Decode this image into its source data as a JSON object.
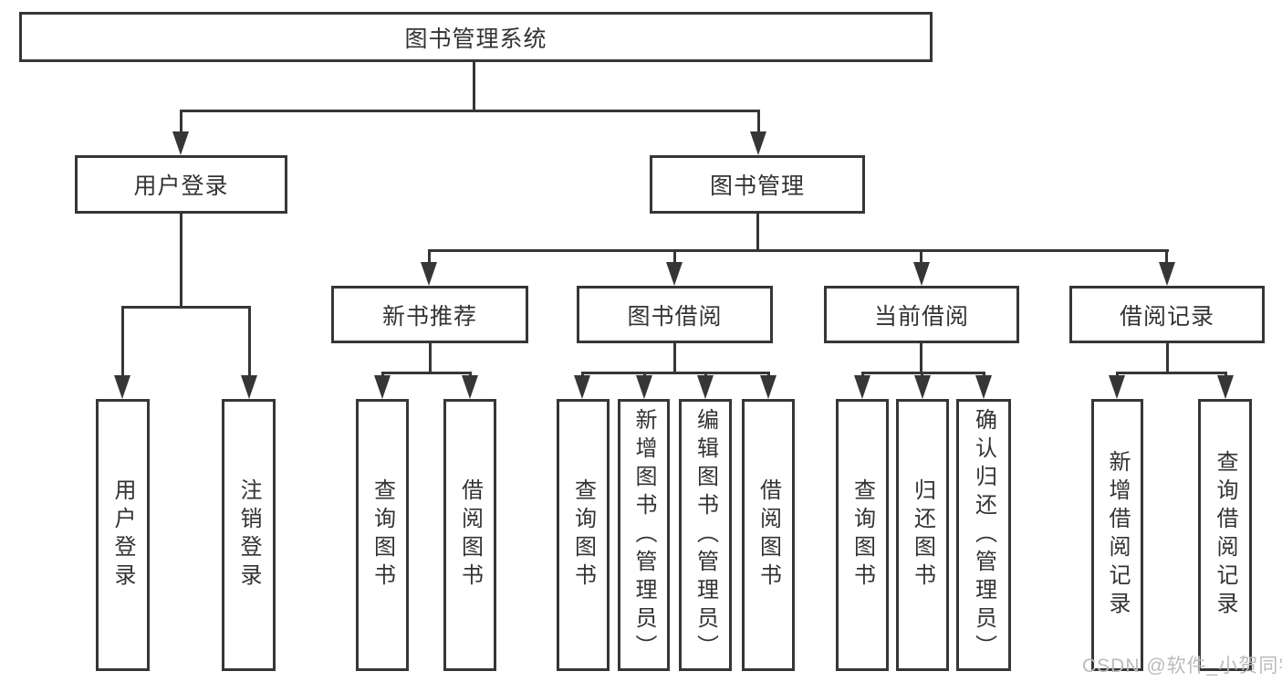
{
  "tree": {
    "root": {
      "label": "图书管理系统"
    },
    "branches": [
      {
        "label": "用户登录",
        "leaves": [
          {
            "label": "用户登录"
          },
          {
            "label": "注销登录"
          }
        ]
      },
      {
        "label": "图书管理",
        "groups": [
          {
            "label": "新书推荐",
            "leaves": [
              {
                "label": "查询图书"
              },
              {
                "label": "借阅图书"
              }
            ]
          },
          {
            "label": "图书借阅",
            "leaves": [
              {
                "label": "查询图书"
              },
              {
                "label": "新增图书（管理员）"
              },
              {
                "label": "编辑图书（管理员）"
              },
              {
                "label": "借阅图书"
              }
            ]
          },
          {
            "label": "当前借阅",
            "leaves": [
              {
                "label": "查询图书"
              },
              {
                "label": "归还图书"
              },
              {
                "label": "确认归还（管理员）"
              }
            ]
          },
          {
            "label": "借阅记录",
            "leaves": [
              {
                "label": "新增借阅记录"
              },
              {
                "label": "查询借阅记录"
              }
            ]
          }
        ]
      }
    ]
  },
  "watermark": {
    "text": "CSDN @软件_小贺同学"
  },
  "colors": {
    "line": "#363636",
    "text": "#333333",
    "watermark": "#bbbbbb",
    "background": "#ffffff"
  }
}
